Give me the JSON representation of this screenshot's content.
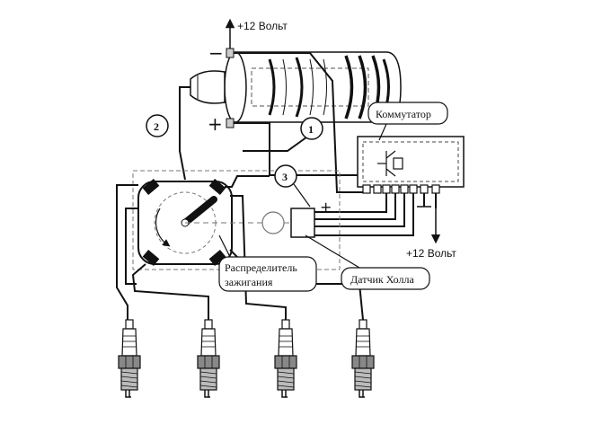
{
  "labels": {
    "coil_supply": "+12 Вольт",
    "switch_supply": "+12 Вольт",
    "commutator": "Коммутатор",
    "distributor_line1": "Распределитель",
    "distributor_line2": "зажигания",
    "hall_sensor": "Датчик Холла"
  },
  "markers": {
    "callout_1": "1",
    "callout_2": "2",
    "callout_3": "3",
    "coil_minus": "−",
    "coil_plus": "+",
    "sensor_plus": "+"
  }
}
